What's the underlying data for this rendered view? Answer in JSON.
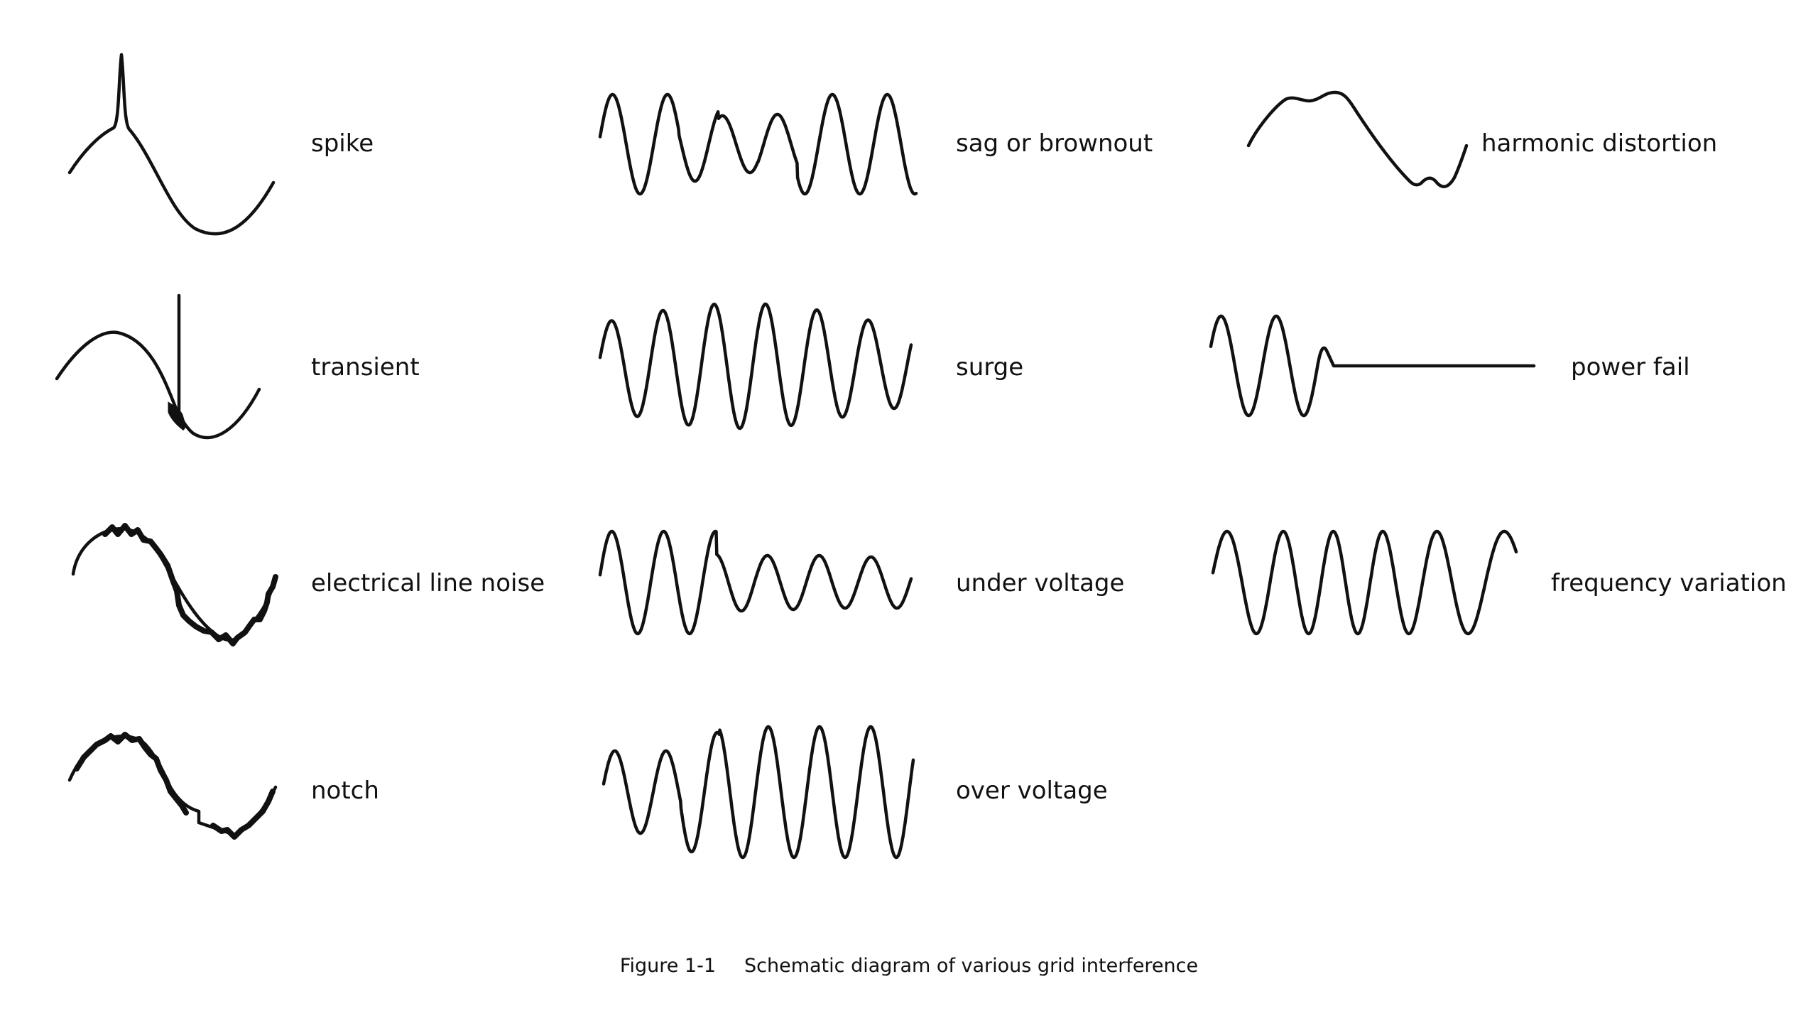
{
  "colors": {
    "ink": "#111111",
    "background": "#ffffff"
  },
  "waveforms": [
    {
      "key": "spike",
      "label": "spike"
    },
    {
      "key": "transient",
      "label": "transient"
    },
    {
      "key": "line_noise",
      "label": "electrical line noise"
    },
    {
      "key": "notch",
      "label": "notch"
    },
    {
      "key": "sag",
      "label": "sag or brownout"
    },
    {
      "key": "surge",
      "label": "surge"
    },
    {
      "key": "under_voltage",
      "label": "under voltage"
    },
    {
      "key": "over_voltage",
      "label": "over voltage"
    },
    {
      "key": "harmonic",
      "label": "harmonic distortion"
    },
    {
      "key": "power_fail",
      "label": "power fail"
    },
    {
      "key": "frequency",
      "label": "frequency variation"
    }
  ],
  "caption": {
    "number": "Figure 1-1",
    "text": "Schematic diagram of various grid interference"
  }
}
